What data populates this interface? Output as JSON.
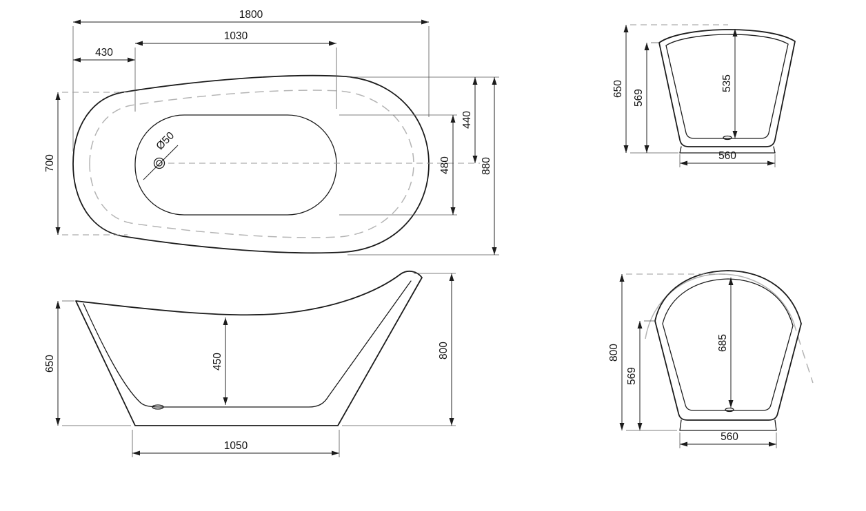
{
  "drawing": {
    "kind": "bathtub technical dimension drawing",
    "colors": {
      "line": "#1c1c1c",
      "dimension": "#222222",
      "reference": "#b4b4b4",
      "background": "#ffffff"
    },
    "views": {
      "plan": {
        "overall_length": "1800",
        "inner_length": "1030",
        "left_offset": "430",
        "width_left": "700",
        "width_upper_right": "440",
        "basin_width_right": "480",
        "overall_width": "880",
        "drain_diameter": "Ø50"
      },
      "side": {
        "front_height": "650",
        "inner_depth": "450",
        "back_height": "800",
        "base_length": "1050"
      },
      "section_front": {
        "overall_height": "650",
        "rim_height": "569",
        "inner_depth": "535",
        "base_width": "560"
      },
      "section_back": {
        "overall_height": "800",
        "rim_height": "569",
        "inner_depth": "685",
        "base_width": "560"
      }
    }
  }
}
